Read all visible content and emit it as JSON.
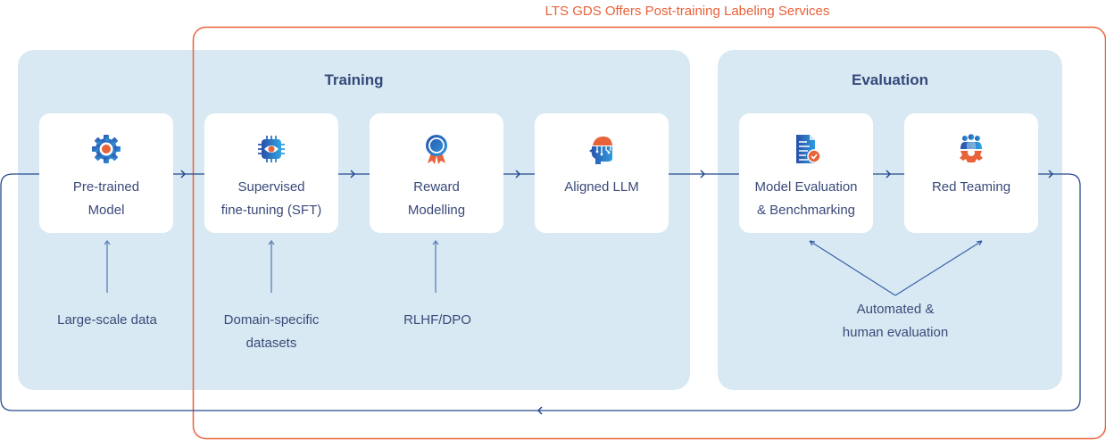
{
  "service_region": {
    "title": "LTS GDS Offers Post-training Labeling Services",
    "color": "#e8623a"
  },
  "panels": {
    "training": {
      "title": "Training"
    },
    "evaluation": {
      "title": "Evaluation"
    }
  },
  "colors": {
    "panel_bg": "#d8e9f3",
    "flow_line": "#244a8e",
    "accent_orange": "#e8623a",
    "text": "#3a4a7a"
  },
  "stages": [
    {
      "id": "pretrained",
      "icon": "gear-icon",
      "lines": [
        "Pre-trained",
        "Model"
      ]
    },
    {
      "id": "sft",
      "icon": "chip-eye-icon",
      "lines": [
        "Supervised",
        "fine-tuning (SFT)"
      ]
    },
    {
      "id": "reward",
      "icon": "award-ribbon-icon",
      "lines": [
        "Reward",
        "Modelling"
      ]
    },
    {
      "id": "aligned",
      "icon": "ai-head-icon",
      "lines": [
        "Aligned LLM"
      ]
    },
    {
      "id": "evaluation",
      "icon": "document-check-icon",
      "lines": [
        "Model Evaluation",
        "& Benchmarking"
      ]
    },
    {
      "id": "redteam",
      "icon": "team-gear-icon",
      "lines": [
        "Red Teaming"
      ]
    }
  ],
  "inputs": [
    {
      "target": "pretrained",
      "lines": [
        "Large-scale data"
      ]
    },
    {
      "target": "sft",
      "lines": [
        "Domain-specific",
        "datasets"
      ]
    },
    {
      "target": "reward",
      "lines": [
        "RLHF/DPO"
      ]
    },
    {
      "target": "evaluation+redteam",
      "lines": [
        "Automated &",
        "human evaluation"
      ]
    }
  ]
}
